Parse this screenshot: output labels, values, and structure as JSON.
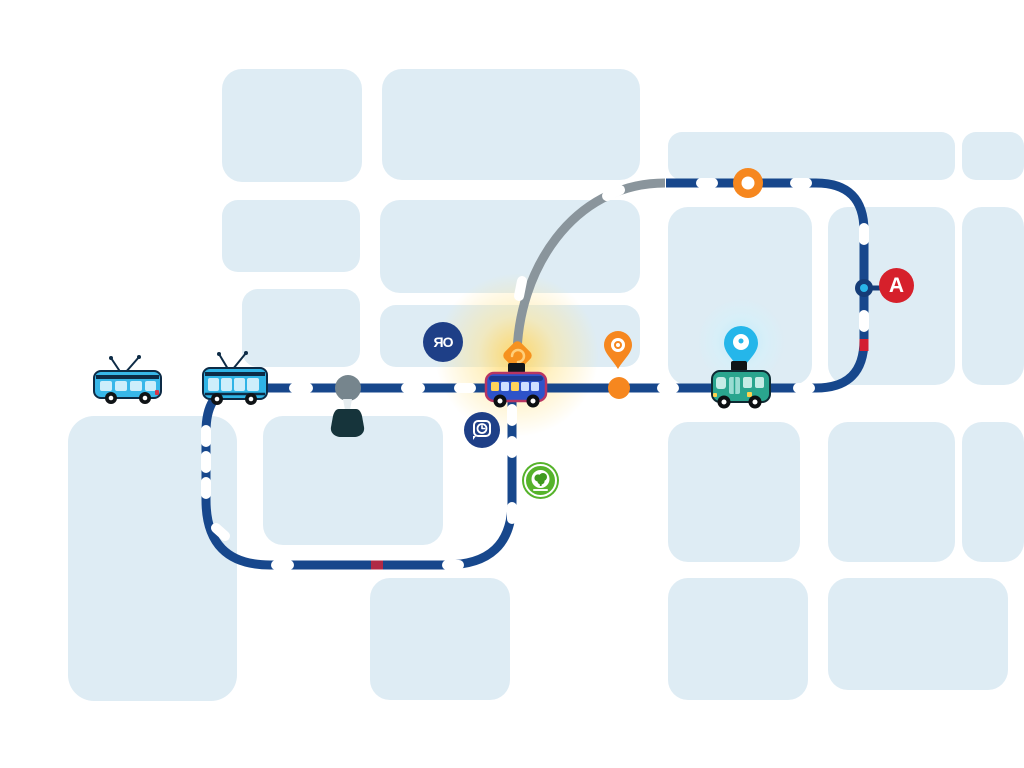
{
  "map": {
    "title": "stylized-city-transit-route-map",
    "palette": {
      "background": "#ffffff",
      "city_block": "#deecf4",
      "route_primary": "#17478c",
      "route_alternate": "#8a959c",
      "route_dash": "#ffffff",
      "accent_orange": "#f6871f",
      "accent_red": "#d6202b",
      "accent_cyan": "#25b6ea",
      "accent_green": "#56b32b",
      "badge_navy": "#1e3f87"
    },
    "badges": {
      "station_a": {
        "label": "A",
        "color": "#d6202b"
      },
      "ticket": {
        "glyph": "ЯO",
        "color": "#1e3f87"
      },
      "clock": {
        "color": "#1e3f87"
      },
      "eco": {
        "color": "#56b32b"
      }
    },
    "stops": [
      {
        "name": "orange-ring-stop",
        "position": "top-line",
        "color": "#f6871f"
      },
      {
        "name": "orange-stop",
        "position": "main-line",
        "color": "#f6871f"
      },
      {
        "name": "gray-stop-with-hanging-marker",
        "position": "main-line",
        "color": "#76858d"
      },
      {
        "name": "transfer-node-cyan",
        "position": "right-vertical",
        "color": "#25b6ea"
      },
      {
        "name": "red-dash-right-vertical",
        "color": "#d31f30"
      },
      {
        "name": "red-dash-loop-bottom",
        "color": "#b02945"
      }
    ],
    "pins": [
      {
        "name": "orange-pin",
        "color": "#f6871f"
      },
      {
        "name": "cyan-pin-glowing",
        "color": "#25b6ea"
      }
    ],
    "alerts": [
      {
        "name": "orange-diamond-alert",
        "color": "#f6921f",
        "glow": "yellow"
      }
    ],
    "vehicles": [
      {
        "name": "trolleybus-left",
        "type": "trolleybus",
        "color": "#38b7e9"
      },
      {
        "name": "trolleybus-mid",
        "type": "trolleybus",
        "color": "#2fb4e6"
      },
      {
        "name": "bus-center",
        "type": "bus",
        "color": "#2d53c9",
        "outline": "#b73562"
      },
      {
        "name": "bus-green",
        "type": "bus",
        "color": "#2aa58e"
      }
    ],
    "routes": [
      {
        "name": "main-route",
        "style": "solid-navy-with-white-dashes"
      },
      {
        "name": "loop-route",
        "style": "dashed-navy"
      },
      {
        "name": "alternate-curve",
        "style": "solid-gray"
      }
    ]
  }
}
